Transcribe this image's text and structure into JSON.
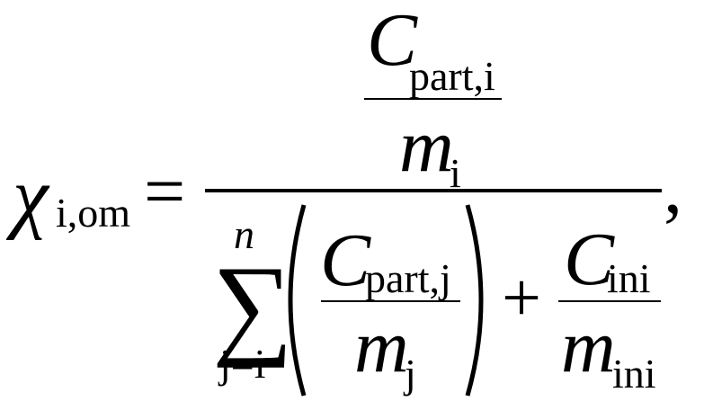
{
  "formula": {
    "lhs": {
      "symbol": "χ",
      "subscript": "i,om"
    },
    "equals": "=",
    "numerator": {
      "C": "C",
      "C_sub": "part,i",
      "m": "m",
      "m_sub": "i"
    },
    "denominator": {
      "sum_symbol": "∑",
      "sum_upper": "n",
      "sum_lower": "j=i",
      "left_paren": "(",
      "right_paren": ")",
      "inner": {
        "C": "C",
        "C_sub": "part,j",
        "m": "m",
        "m_sub": "j"
      },
      "plus": "+",
      "ini": {
        "C": "C",
        "C_sub": "ini",
        "m": "m",
        "m_sub": "ini"
      }
    },
    "trailing": ","
  }
}
